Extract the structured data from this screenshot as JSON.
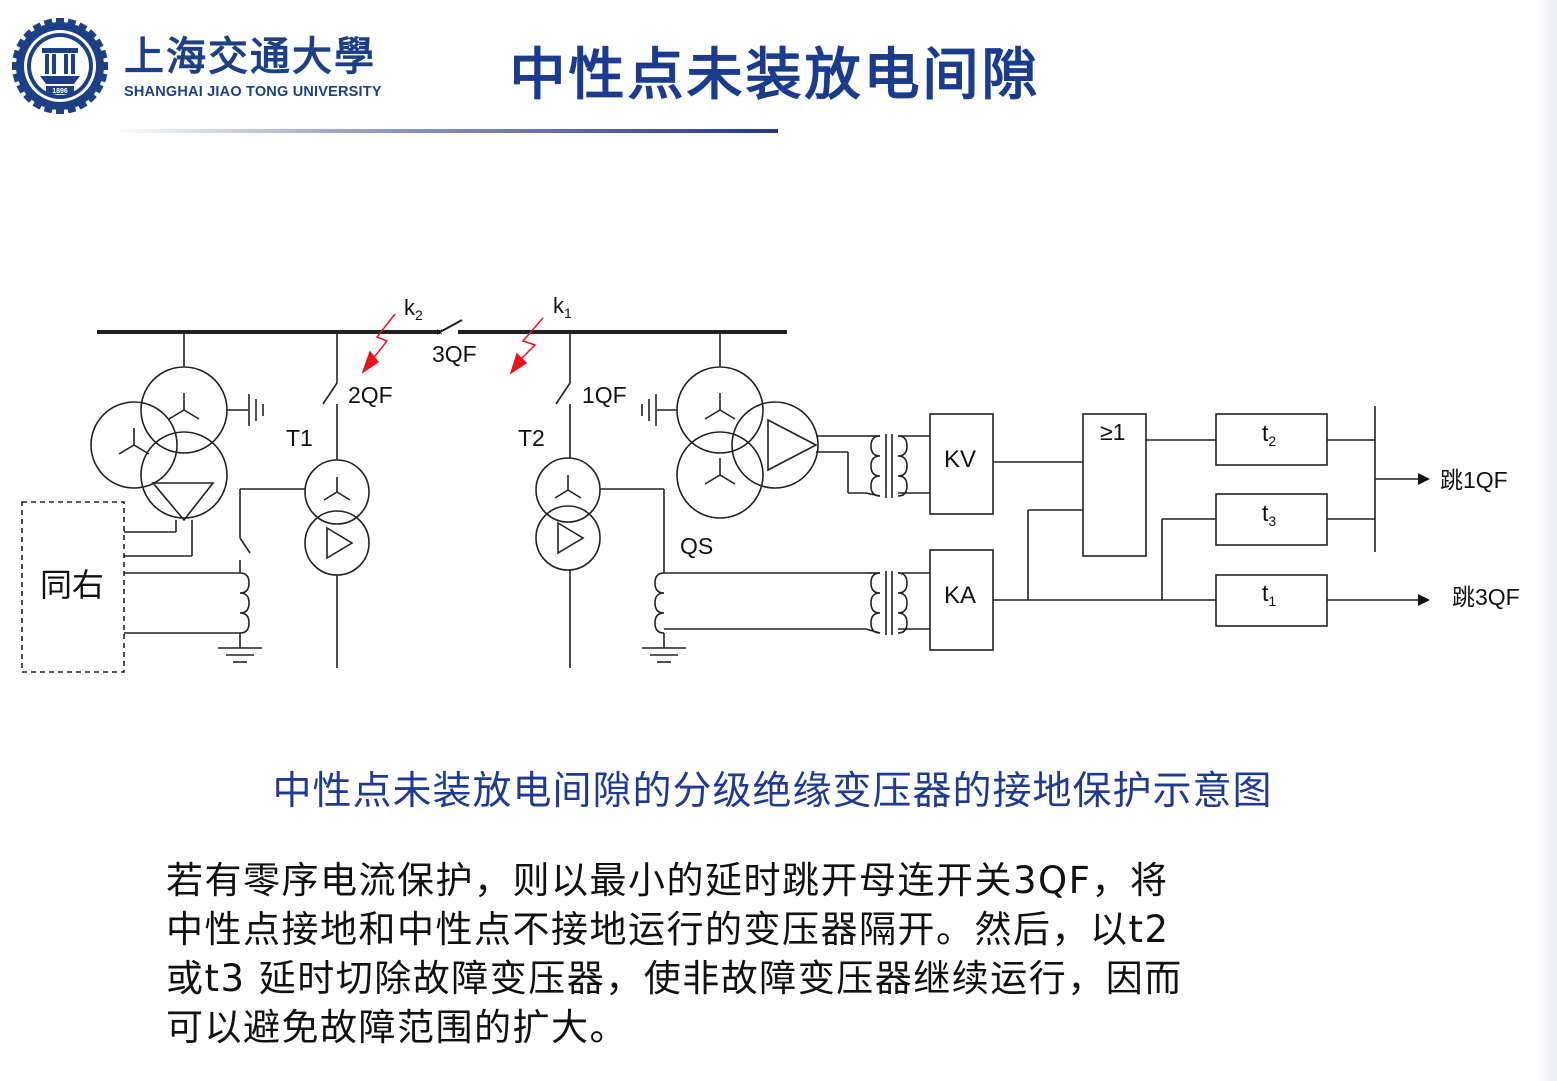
{
  "header": {
    "logo": {
      "chinese_name": "上海交通大學",
      "english_name": "SHANGHAI  JIAO TONG  UNIVERSITY",
      "seal_year": "1896"
    },
    "title": "中性点未装放电间隙"
  },
  "diagram": {
    "fault_point_k2": "k",
    "fault_point_k2_sub": "2",
    "fault_point_k1": "k",
    "fault_point_k1_sub": "1",
    "breaker_bus_tie": "3QF",
    "breaker_2": "2QF",
    "breaker_1": "1QF",
    "transformer_1": "T1",
    "transformer_2": "T2",
    "same_as_right": "同右",
    "switch_qs": "QS",
    "relay_kv": "KV",
    "relay_ka": "KA",
    "or_gate": "≥1",
    "timer_t2": "t",
    "timer_t2_sub": "2",
    "timer_t3": "t",
    "timer_t3_sub": "3",
    "timer_t1": "t",
    "timer_t1_sub": "1",
    "trip_1qf": "跳1QF",
    "trip_3qf": "跳3QF",
    "colors": {
      "line": "#222222",
      "fault_arrow": "#e8141c"
    }
  },
  "caption": "中性点未装放电间隙的分级绝缘变压器的接地保护示意图",
  "body": {
    "lines": [
      "若有零序电流保护，则以最小的延时跳开母连开关3QF，将",
      "中性点接地和中性点不接地运行的变压器隔开。然后，以t2",
      "或t3  延时切除故障变压器，使非故障变压器继续运行，因而",
      "可以避免故障范围的扩大。"
    ]
  },
  "colors": {
    "title": "#1b3c8e",
    "caption": "#1f3a93",
    "logo": "#1c3f86"
  }
}
